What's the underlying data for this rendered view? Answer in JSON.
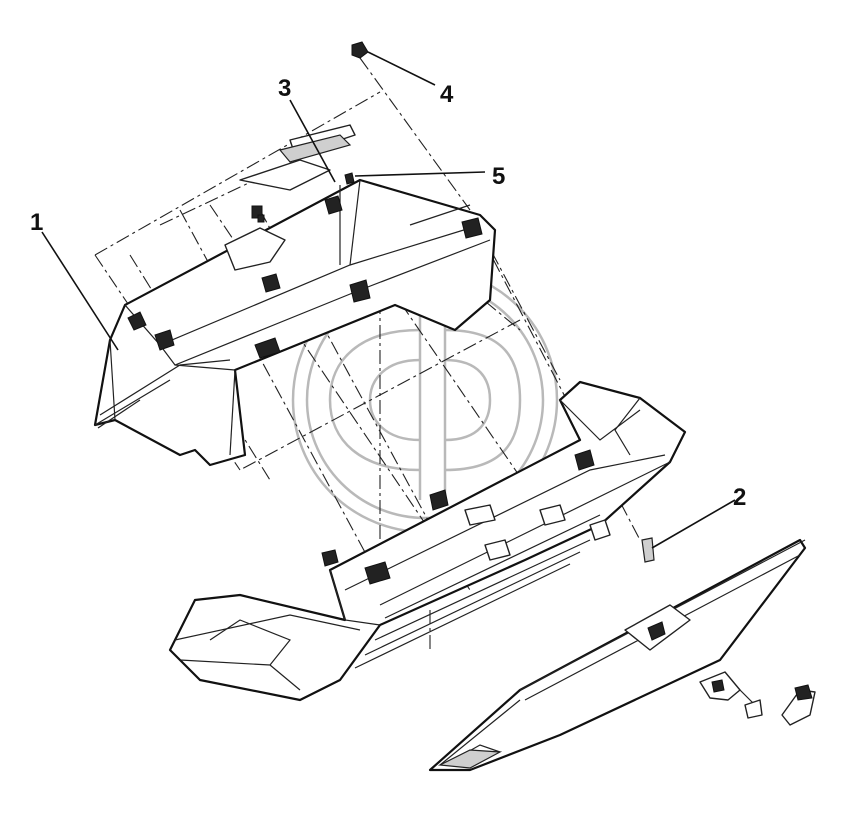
{
  "diagram": {
    "callouts": [
      {
        "id": "1",
        "label": "1"
      },
      {
        "id": "2",
        "label": "2"
      },
      {
        "id": "3",
        "label": "3"
      },
      {
        "id": "4",
        "label": "4"
      },
      {
        "id": "5",
        "label": "5"
      }
    ]
  },
  "colors": {
    "line": "#111111",
    "background": "#ffffff",
    "watermark": "#b9b9b9"
  }
}
